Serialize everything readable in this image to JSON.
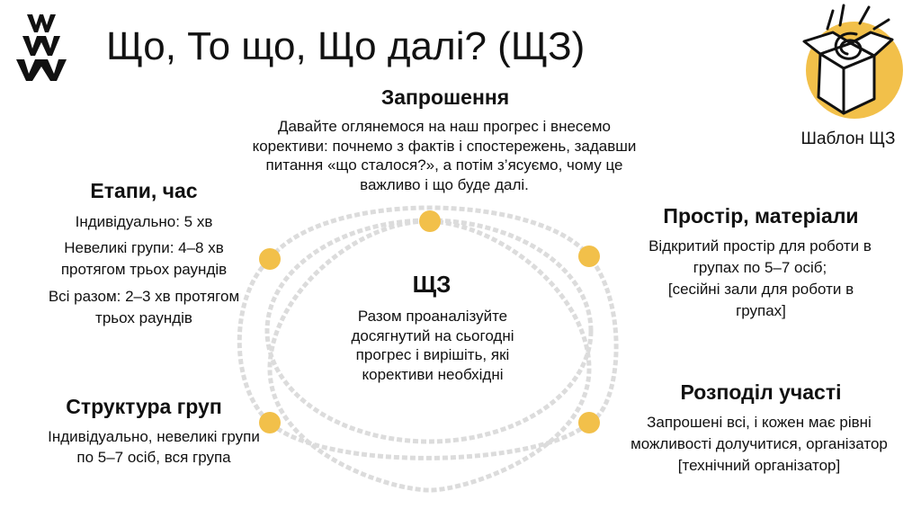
{
  "title": "Що, То що, Що далі? (ЩЗ)",
  "template_label": "Шаблон ЩЗ",
  "invitation": {
    "heading": "Запрошення",
    "text": "Давайте оглянемося на наш прогрес і внесемо корективи: почнемо з фактів і спостережень, задавши питання «що сталося?», а потім з’ясуємо, чому це важливо і що буде далі."
  },
  "center": {
    "heading": "ЩЗ",
    "text": "Разом проаналізуйте досягнутий на сьогодні прогрес і вирішіть, які корективи необхідні"
  },
  "steps": {
    "heading": "Етапи, час",
    "lines": [
      "Індивідуально: 5 хв",
      "Невеликі групи: 4–8 хв протягом трьох раундів",
      "Всі разом: 2–3 хв протягом трьох раундів"
    ]
  },
  "groups": {
    "heading": "Структура груп",
    "text": "Індивідуально, невеликі групи по 5–7 осіб, вся група"
  },
  "space": {
    "heading": "Простір, матеріали",
    "text1": "Відкритий простір для роботи в групах по 5–7 осіб;",
    "text2": "[сесійні зали для роботи в групах]"
  },
  "participation": {
    "heading": "Розподіл участі",
    "text": "Запрошені всі, і кожен має рівні можливості долучитися, організатор [технічний організатор]"
  },
  "colors": {
    "accent": "#f2c04a",
    "orbit": "#d9d9d9",
    "text": "#111111"
  },
  "icons": {
    "logo": "www-logo-icon",
    "template": "gift-box-spiral-icon"
  }
}
